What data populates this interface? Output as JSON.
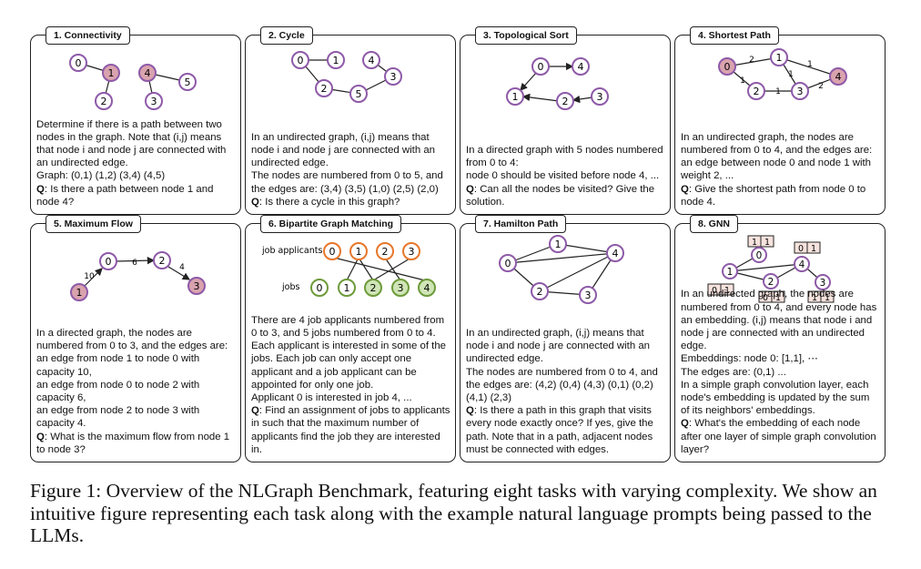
{
  "panels": [
    {
      "title": "1. Connectivity",
      "lines": [
        "Determine if there is a path between two nodes in the graph. Note that (i,j) means that node i and node j are connected with an undirected edge.",
        "Graph: (0,1) (1,2) (3,4) (4,5)"
      ],
      "q_label": "Q",
      "q_text": ": Is there a path between node 1 and node 4?"
    },
    {
      "title": "2. Cycle",
      "lines": [
        "In an undirected graph, (i,j) means that node i and node j are connected with an undirected edge.",
        "The nodes are numbered from 0 to 5, and the edges are: (3,4) (3,5) (1,0) (2,5) (2,0)"
      ],
      "q_label": "Q",
      "q_text": ": Is there a cycle in this graph?"
    },
    {
      "title": "3. Topological Sort",
      "lines": [
        "In a directed graph with 5 nodes numbered from 0 to 4:",
        "node 0 should be visited before node 4, ..."
      ],
      "q_label": "Q",
      "q_text": ": Can all the nodes be visited? Give the solution."
    },
    {
      "title": "4. Shortest Path",
      "lines": [
        "In an undirected graph, the nodes are numbered from 0 to 4, and the edges are: an edge between node 0 and node 1 with weight 2, ..."
      ],
      "q_label": "Q",
      "q_text": ": Give the shortest path from node 0 to node 4."
    },
    {
      "title": "5. Maximum Flow",
      "lines": [
        "In a directed graph, the nodes are numbered from 0 to 3, and the edges are:",
        "an edge from node 1 to node 0 with capacity 10,",
        "an edge from node 0 to node 2 with capacity 6,",
        "an edge from node 2 to node 3 with capacity 4."
      ],
      "q_label": "Q",
      "q_text": ": What is the maximum flow from node 1 to node 3?"
    },
    {
      "title": "6. Bipartite Graph Matching",
      "lines": [
        "There are 4 job applicants numbered from 0 to 3, and 5 jobs numbered from 0 to 4. Each applicant is interested in some of the jobs. Each job can only accept one applicant and a job applicant can be appointed for only one job.",
        "Applicant 0 is interested in job 4, ..."
      ],
      "q_label": "Q",
      "q_text": ": Find an assignment of jobs to applicants in such that the maximum number of applicants find the job they are interested in."
    },
    {
      "title": "7. Hamilton Path",
      "lines": [
        "In an undirected graph, (i,j) means that node i and node j are connected with an undirected edge.",
        "The nodes are numbered from 0 to 4, and the edges are: (4,2) (0,4) (4,3) (0,1) (0,2) (4,1) (2,3)"
      ],
      "q_label": "Q",
      "q_text": ": Is there a path in this graph that visits every node exactly once? If yes, give the path. Note that in a path, adjacent nodes must be connected with edges."
    },
    {
      "title": "8. GNN",
      "lines": [
        "In an undirected graph, the nodes are numbered from 0 to 4, and every node has an embedding. (i,j) means that node i and node j are connected with an undirected edge.",
        "Embeddings: node 0: [1,1], ⋯",
        "The edges are: (0,1) ...",
        "In a simple graph convolution layer, each node's embedding is updated by the sum of its neighbors' embeddings."
      ],
      "q_label": "Q",
      "q_text": ": What's the embedding of each node after one layer of simple graph convolution layer?"
    }
  ],
  "figure_labels": {
    "job_applicants": "job applicants",
    "jobs": "jobs"
  },
  "node_labels": {
    "p1": [
      "0",
      "1",
      "2",
      "3",
      "4",
      "5"
    ],
    "p2": [
      "0",
      "1",
      "2",
      "3",
      "4",
      "5"
    ],
    "p3": [
      "0",
      "1",
      "2",
      "3",
      "4"
    ],
    "p4": [
      "0",
      "1",
      "2",
      "3",
      "4"
    ],
    "p5": [
      "0",
      "1",
      "2",
      "3"
    ],
    "p6_applicants": [
      "0",
      "1",
      "2",
      "3"
    ],
    "p6_jobs": [
      "0",
      "1",
      "2",
      "3",
      "4"
    ],
    "p7": [
      "0",
      "1",
      "2",
      "3",
      "4"
    ],
    "p8": [
      "0",
      "1",
      "2",
      "3",
      "4"
    ]
  },
  "edge_labels": {
    "p4": [
      "2",
      "1",
      "1",
      "1",
      "1",
      "2"
    ],
    "p5": [
      "6",
      "10",
      "4"
    ]
  },
  "embeddings": {
    "p8": [
      [
        "1",
        "1"
      ],
      [
        "0",
        "1"
      ],
      [
        "0",
        "1"
      ],
      [
        "0",
        "1"
      ],
      [
        "1",
        "1"
      ]
    ]
  },
  "caption": "Figure 1: Overview of the NLGraph Benchmark, featuring eight tasks with varying complexity. We show an intuitive figure representing each task along with the example natural language prompts being passed to the LLMs.",
  "colors": {
    "node_stroke": "#8e5aa8",
    "node_fill_highlight": "#d9a3ae",
    "applicant_stroke": "#e8772a",
    "job_stroke": "#6e9a3a",
    "job_fill": "#cfe5b6",
    "panel_border": "#222222"
  }
}
